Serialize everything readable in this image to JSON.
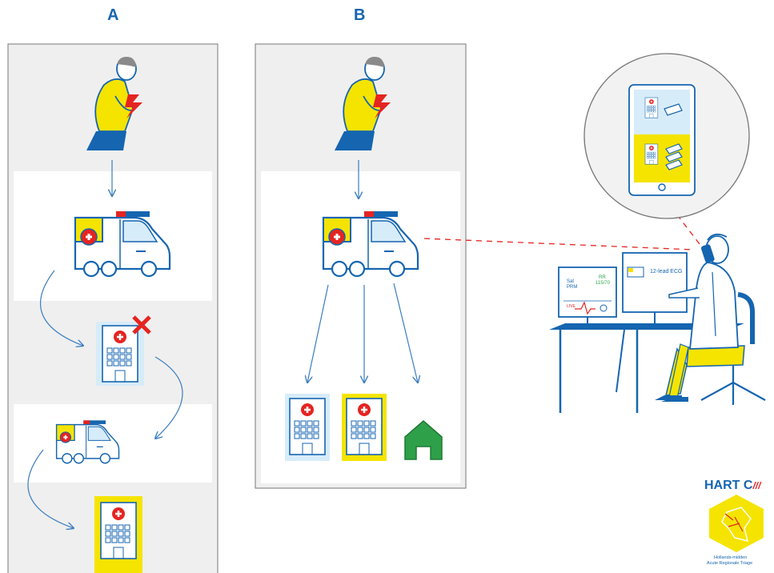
{
  "panels": {
    "a_label": "A",
    "b_label": "B"
  },
  "monitor_left": {
    "line1": "Sat",
    "line2": "PRM",
    "right1": "RR",
    "right2": "115/70",
    "live": "LIVE"
  },
  "monitor_right": {
    "title": "12-lead ECG"
  },
  "logo": {
    "name": "HART C",
    "sub1": "Hollands-midden",
    "sub2": "Acute Regionale Triage"
  },
  "colors": {
    "blue": "#1565b0",
    "arrow": "#3a7dbf",
    "yellow": "#f5e400",
    "red": "#e52421",
    "green": "#2fa04a",
    "panel_bg": "#efefef",
    "light_blue": "#d7ecf9"
  }
}
